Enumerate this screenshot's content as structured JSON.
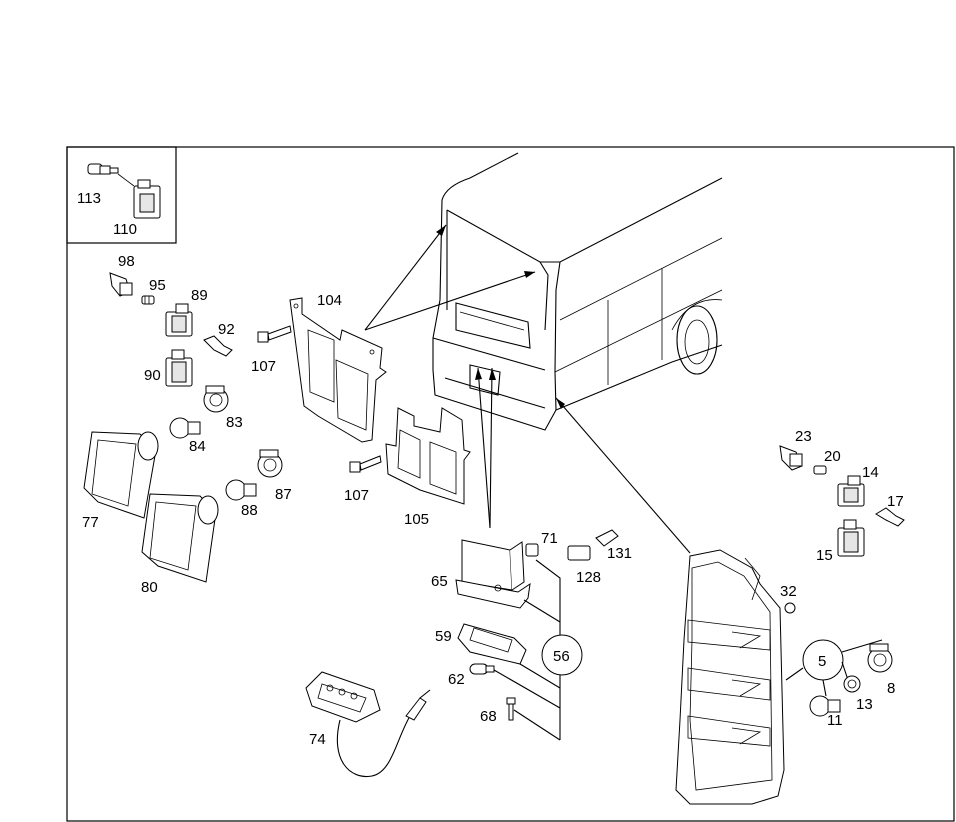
{
  "diagram": {
    "labels": {
      "p113": "113",
      "p110": "110",
      "p98": "98",
      "p95": "95",
      "p89": "89",
      "p92": "92",
      "p107a": "107",
      "p104": "104",
      "p90": "90",
      "p83": "83",
      "p84": "84",
      "p77": "77",
      "p87": "87",
      "p88": "88",
      "p80": "80",
      "p107b": "107",
      "p105": "105",
      "p71": "71",
      "p131": "131",
      "p128": "128",
      "p65": "65",
      "p59": "59",
      "p56": "56",
      "p62": "62",
      "p68": "68",
      "p74": "74",
      "p23": "23",
      "p20": "20",
      "p14": "14",
      "p17": "17",
      "p15": "15",
      "p32": "32",
      "p5": "5",
      "p8": "8",
      "p13": "13",
      "p11": "11"
    }
  }
}
